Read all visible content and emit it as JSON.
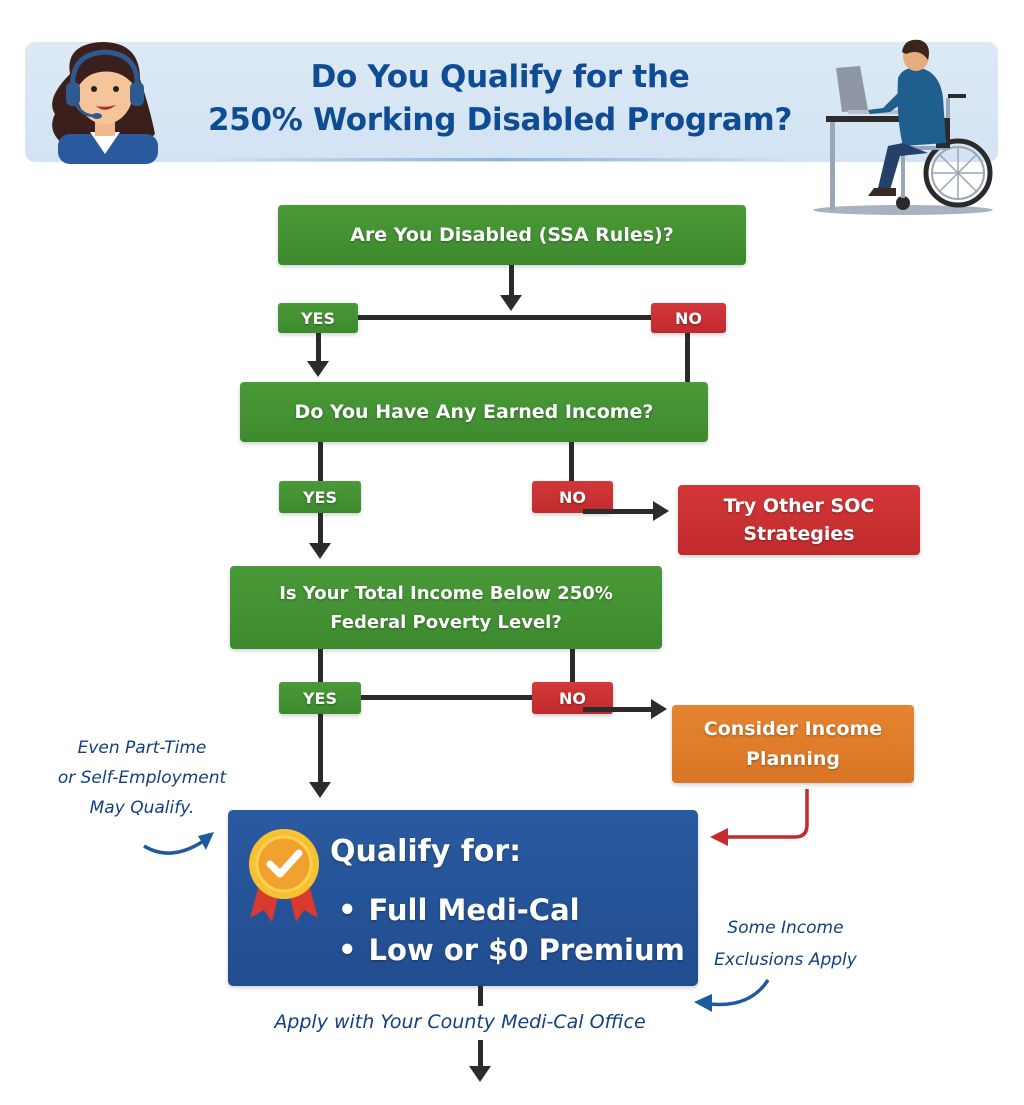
{
  "header": {
    "title_line1": "Do You Qualify for the",
    "title_line2": "250% Working Disabled Program?",
    "left_illustration": "customer-support-agent-with-headset",
    "right_illustration": "person-in-wheelchair-at-laptop-desk"
  },
  "flow": {
    "question1": "Are You Disabled (SSA Rules)?",
    "question1_yes": "YES",
    "question1_no": "NO",
    "question2": "Do You Have Any Earned Income?",
    "question2_yes": "YES",
    "question2_no": "NO",
    "question2_no_outcome_line1": "Try Other SOC",
    "question2_no_outcome_line2": "Strategies",
    "question3_line1": "Is Your Total Income Below 250%",
    "question3_line2": "Federal Poverty Level?",
    "question3_yes": "YES",
    "question3_no": "NO",
    "question3_no_outcome_line1": "Consider Income",
    "question3_no_outcome_line2": "Planning"
  },
  "result": {
    "heading": "Qualify for:",
    "items": [
      "Full Medi-Cal",
      "Low or $0 Premium"
    ],
    "badge_icon": "award-ribbon-checkmark-icon"
  },
  "notes": {
    "left_line1": "Even Part-Time",
    "left_line2": "or Self-Employment",
    "left_line3": "May Qualify.",
    "right_line1": "Some Income",
    "right_line2": "Exclusions Apply",
    "apply": "Apply with Your County Medi-Cal Office"
  },
  "colors": {
    "title_blue": "#0f4c94",
    "banner_bg": "#d8e7f5",
    "decision_green": "#428f32",
    "no_red": "#c9302f",
    "planning_orange": "#de7b28",
    "result_blue": "#25529a",
    "connector": "#2b2b2b",
    "note_blue": "#123f80"
  }
}
